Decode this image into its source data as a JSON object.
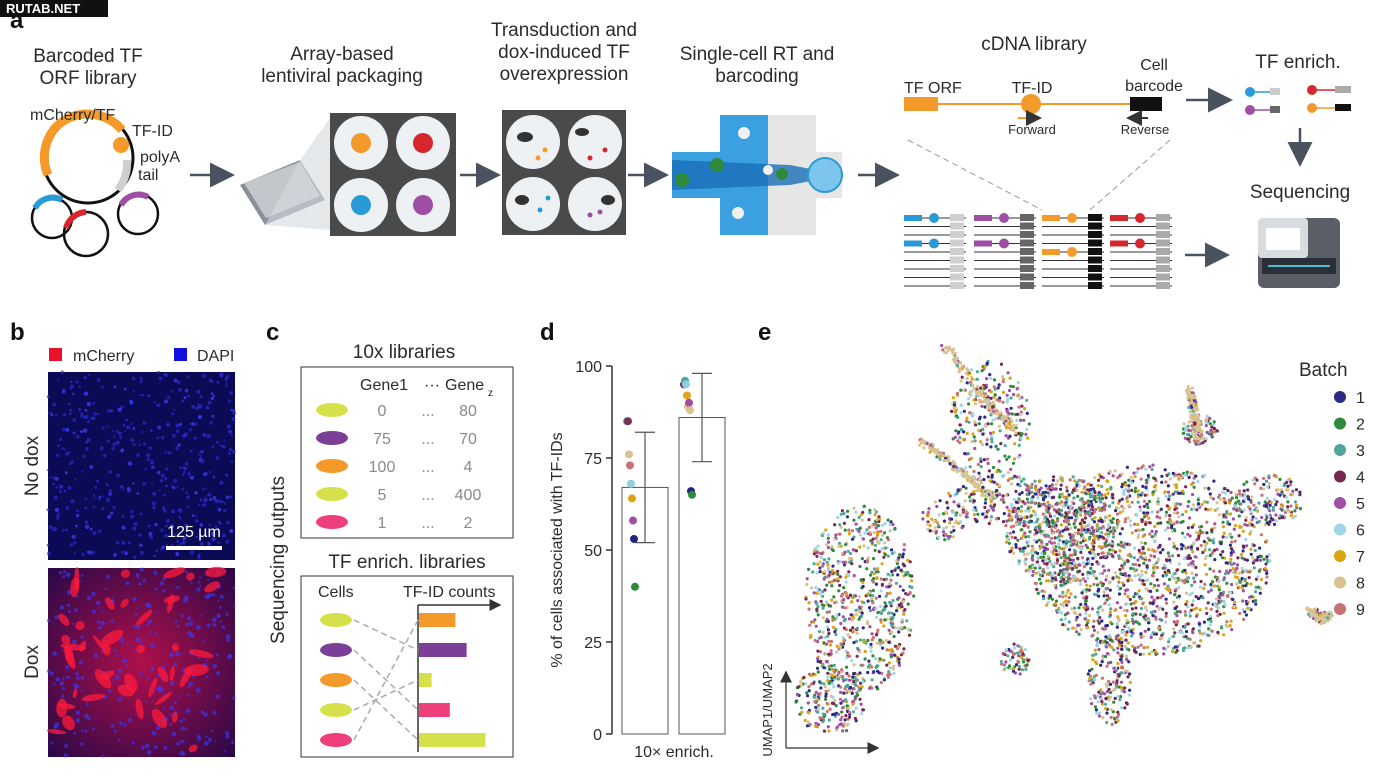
{
  "watermark": "RUTAB.NET",
  "panels": {
    "a": "a",
    "b": "b",
    "c": "c",
    "d": "d",
    "e": "e"
  },
  "panel_a": {
    "step1": [
      "Barcoded TF",
      "ORF library"
    ],
    "plasmid_labels": {
      "orf": "mCherry/TF",
      "tfid": "TF-ID",
      "polya": [
        "polyA",
        "tail"
      ]
    },
    "step2": [
      "Array-based",
      "lentiviral packaging"
    ],
    "step3": [
      "Transduction and",
      "dox-induced TF",
      "overexpression"
    ],
    "step4": [
      "Single-cell RT and",
      "barcoding"
    ],
    "cdna": {
      "title": "cDNA library",
      "tf_orf": "TF ORF",
      "tf_id": "TF-ID",
      "cell_barcode": [
        "Cell",
        "barcode"
      ],
      "forward": "Forward",
      "reverse": "Reverse"
    },
    "enrich": "TF enrich.",
    "sequencing": "Sequencing"
  },
  "panel_b": {
    "legend": [
      "mCherry",
      "DAPI"
    ],
    "rows": [
      "No dox",
      "Dox"
    ],
    "scale_bar": "125 µm",
    "colors": {
      "mcherry": "#e8102a",
      "dapi": "#1010e0"
    }
  },
  "panel_c": {
    "side_label": "Sequencing outputs",
    "lib_title": "10x libraries",
    "headers": [
      "Gene1",
      "···",
      "Gene",
      "z"
    ],
    "rows": [
      {
        "color": "#d6e04a",
        "vals": [
          "0",
          "...",
          "80"
        ]
      },
      {
        "color": "#7b3f98",
        "vals": [
          "75",
          "...",
          "70"
        ]
      },
      {
        "color": "#f39a2a",
        "vals": [
          "100",
          "...",
          "4"
        ]
      },
      {
        "color": "#d6e04a",
        "vals": [
          "5",
          "...",
          "400"
        ]
      },
      {
        "color": "#ee3e7c",
        "vals": [
          "1",
          "...",
          "2"
        ]
      }
    ],
    "enrich_title": "TF enrich. libraries",
    "cells_label": "Cells",
    "counts_label": "TF-ID counts",
    "cells": [
      "#d6e04a",
      "#7b3f98",
      "#f39a2a",
      "#d6e04a",
      "#ee3e7c"
    ],
    "bars": [
      {
        "color": "#f39a2a",
        "value": 0.52
      },
      {
        "color": "#7b3f98",
        "value": 0.68
      },
      {
        "color": "#d6e04a",
        "value": 0.18
      },
      {
        "color": "#ee3e7c",
        "value": 0.44
      },
      {
        "color": "#d6e04a",
        "value": 0.95
      }
    ]
  },
  "chart_data": [
    {
      "type": "bar",
      "ylabel": "% of cells associated with TF-IDs",
      "xlabel": "10× enrich.",
      "ylim": [
        0,
        100
      ],
      "yticks": [
        "0",
        "25",
        "50",
        "75",
        "100"
      ],
      "categories": [
        "10x",
        "enrich."
      ],
      "values": [
        67,
        86
      ],
      "errors": [
        [
          52,
          82
        ],
        [
          74,
          98
        ]
      ],
      "points": [
        [
          {
            "y": 85,
            "c": "#4fa69a"
          },
          {
            "y": 85,
            "c": "#7a2e55"
          },
          {
            "y": 76,
            "c": "#d9c28f"
          },
          {
            "y": 73,
            "c": "#c97276"
          },
          {
            "y": 68,
            "c": "#8fd0e0"
          },
          {
            "y": 64,
            "c": "#e0a418"
          },
          {
            "y": 58,
            "c": "#9e4ea3"
          },
          {
            "y": 53,
            "c": "#23237a"
          },
          {
            "y": 40,
            "c": "#2b8c3a"
          }
        ],
        [
          {
            "y": 95,
            "c": "#7a2e55"
          },
          {
            "y": 96,
            "c": "#4fa69a"
          },
          {
            "y": 95,
            "c": "#8fd0e0"
          },
          {
            "y": 92,
            "c": "#e0a418"
          },
          {
            "y": 89,
            "c": "#d9c28f"
          },
          {
            "y": 90,
            "c": "#9e4ea3"
          },
          {
            "y": 88,
            "c": "#d9c28f"
          },
          {
            "y": 66,
            "c": "#23237a"
          },
          {
            "y": 65,
            "c": "#2b8c3a"
          }
        ]
      ]
    },
    {
      "type": "scatter",
      "axis_label": "UMAP1/UMAP2",
      "legend_title": "Batch",
      "series": [
        {
          "name": "1",
          "color": "#2b2a86"
        },
        {
          "name": "2",
          "color": "#2e8b3a"
        },
        {
          "name": "3",
          "color": "#4fa69a"
        },
        {
          "name": "4",
          "color": "#76284f"
        },
        {
          "name": "5",
          "color": "#a24ea6"
        },
        {
          "name": "6",
          "color": "#9fd5e6"
        },
        {
          "name": "7",
          "color": "#dca313"
        },
        {
          "name": "8",
          "color": "#d9c28f"
        },
        {
          "name": "9",
          "color": "#c97276"
        }
      ]
    }
  ]
}
